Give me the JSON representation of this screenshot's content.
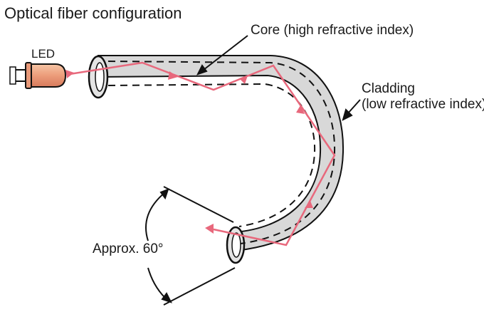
{
  "diagram": {
    "title": "Optical fiber configuration",
    "led_label": "LED",
    "core_label": "Core (high refractive index)",
    "cladding_label_line1": "Cladding",
    "cladding_label_line2": "(low refractive index)",
    "angle_label": "Approx. 60°"
  },
  "colors": {
    "fiber_fill": "#d8d8d8",
    "outline": "#111111",
    "light_ray": "#e8687c",
    "led_body": "#f0b08a"
  }
}
